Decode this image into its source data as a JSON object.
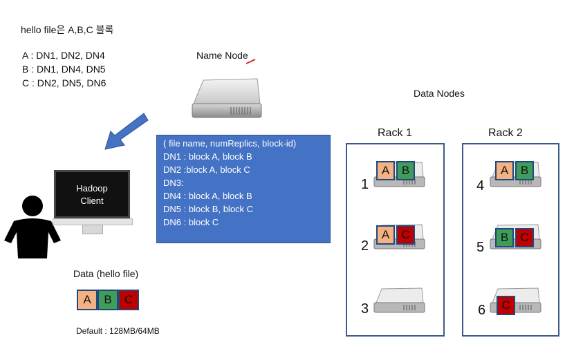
{
  "file_title": "hello file은 A,B,C 블록",
  "block_mapping": [
    "A : DN1, DN2, DN4",
    "B : DN1, DN4, DN5",
    "C : DN2, DN5, DN6"
  ],
  "name_node_label": "Name Node",
  "data_nodes_label": "Data Nodes",
  "client": {
    "line1": "Hadoop",
    "line2": "Client"
  },
  "metadata_lines": [
    "( file name, numReplics, block-id)",
    "DN1 : block A, block B",
    "DN2 :block A, block C",
    "DN3:",
    "DN4 : block A, block B",
    "DN5 : block B, block C",
    "DN6 : block C"
  ],
  "racks": [
    {
      "label": "Rack 1",
      "nodes": [
        {
          "number": "1",
          "blocks": [
            "A",
            "B"
          ]
        },
        {
          "number": "2",
          "blocks": [
            "A",
            "C"
          ]
        },
        {
          "number": "3",
          "blocks": []
        }
      ]
    },
    {
      "label": "Rack 2",
      "nodes": [
        {
          "number": "4",
          "blocks": [
            "A",
            "B"
          ]
        },
        {
          "number": "5",
          "blocks": [
            "B",
            "C"
          ]
        },
        {
          "number": "6",
          "blocks": [
            "C"
          ]
        }
      ]
    }
  ],
  "data_label": "Data (hello file)",
  "data_blocks": [
    "A",
    "B",
    "C"
  ],
  "default_label": "Default : 128MB/64MB",
  "colors": {
    "block_A": "#f4b183",
    "block_B": "#3f9c5a",
    "block_C": "#c00000",
    "metadata_box": "#4472c4",
    "arrow": "#4472c4"
  }
}
